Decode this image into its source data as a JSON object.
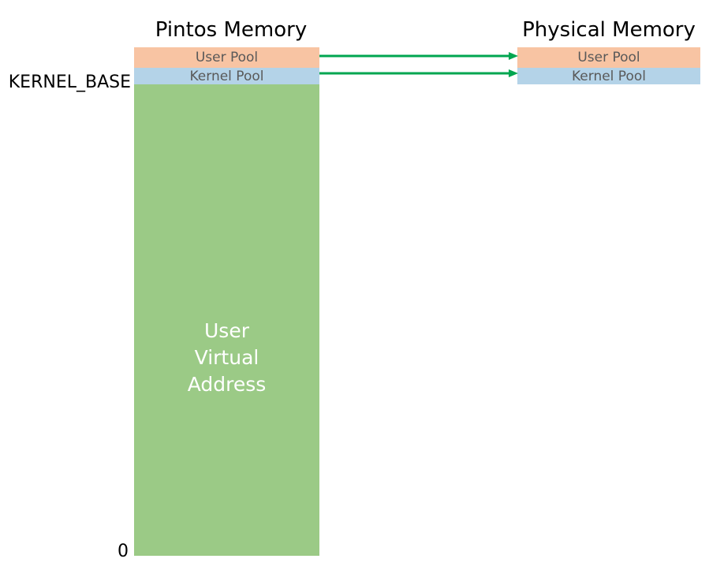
{
  "diagram": {
    "title_pintos": "Pintos Memory",
    "title_physical": "Physical Memory",
    "colors": {
      "user_pool": "#F8C4A3",
      "kernel_pool": "#B4D3E8",
      "user_virtual_address": "#9BCA86",
      "arrow": "#00A650",
      "band_text": "#595959",
      "caption_text": "#FFFFFF",
      "axis_text": "#000000",
      "background": "#FFFFFF"
    },
    "pintos_memory": {
      "bands": [
        {
          "label": "User Pool",
          "color": "#F8C4A3"
        },
        {
          "label": "Kernel Pool",
          "color": "#B4D3E8"
        },
        {
          "label": "",
          "color": "#9BCA86"
        }
      ],
      "user_virtual_address_caption": [
        "User",
        "Virtual",
        "Address"
      ],
      "axis_labels": {
        "top_boundary": "KERNEL_BASE",
        "bottom_boundary": "0"
      }
    },
    "physical_memory": {
      "bands": [
        {
          "label": "User Pool",
          "color": "#F8C4A3"
        },
        {
          "label": "Kernel Pool",
          "color": "#B4D3E8"
        }
      ]
    },
    "mappings": [
      {
        "from": "User Pool",
        "to": "User Pool",
        "style": "arrow"
      },
      {
        "from": "Kernel Pool",
        "to": "Kernel Pool",
        "style": "arrow"
      }
    ]
  }
}
